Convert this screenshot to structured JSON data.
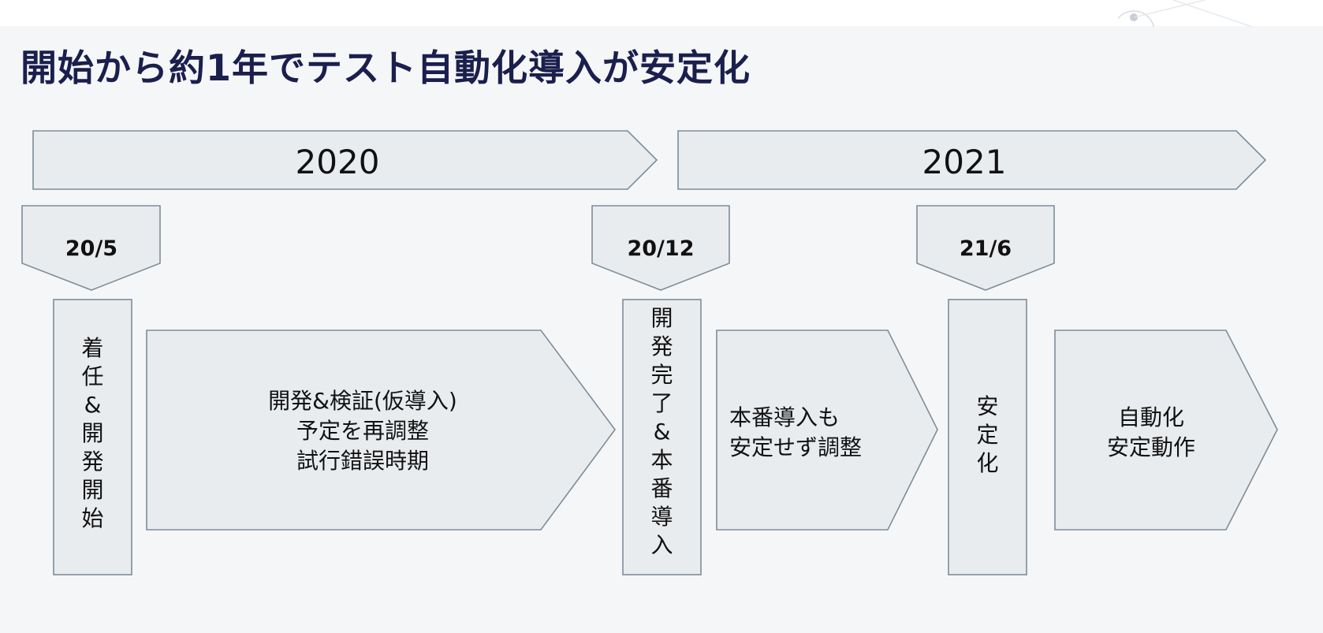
{
  "title": "開始から約1年でテスト自動化導入が安定化",
  "years": [
    "2020",
    "2021"
  ],
  "milestones": [
    {
      "date": "20/5"
    },
    {
      "date": "20/12"
    },
    {
      "date": "21/6"
    }
  ],
  "event_boxes": [
    {
      "chars": [
        "着",
        "任",
        "&",
        "開",
        "発",
        "開",
        "始"
      ]
    },
    {
      "chars": [
        "開",
        "発",
        "完",
        "了",
        "&",
        "本",
        "番",
        "導",
        "入"
      ]
    },
    {
      "chars": [
        "安",
        "定",
        "化"
      ]
    }
  ],
  "phases": [
    {
      "lines": [
        "開発&検証(仮導入)",
        "予定を再調整",
        "試行錯誤時期"
      ]
    },
    {
      "lines": [
        "本番導入も",
        "安定せず調整"
      ]
    },
    {
      "lines": [
        "自動化",
        "安定動作"
      ]
    }
  ]
}
